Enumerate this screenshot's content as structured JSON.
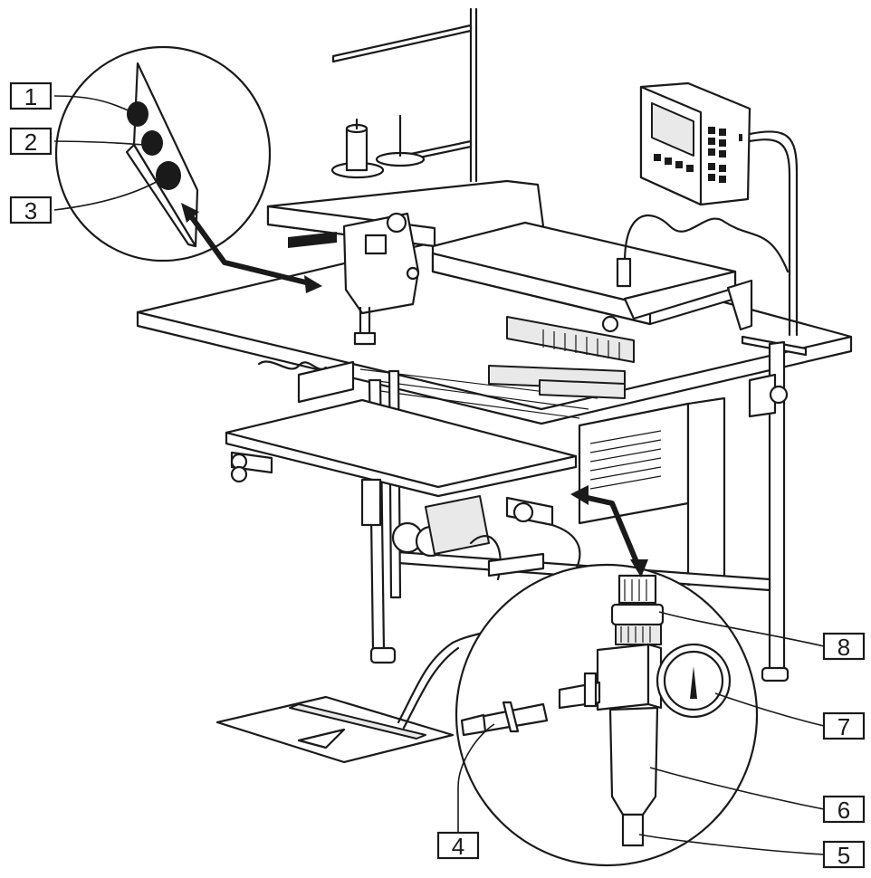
{
  "callouts": [
    {
      "id": "1",
      "text": "1"
    },
    {
      "id": "2",
      "text": "2"
    },
    {
      "id": "3",
      "text": "3"
    },
    {
      "id": "4",
      "text": "4"
    },
    {
      "id": "5",
      "text": "5"
    },
    {
      "id": "6",
      "text": "6"
    },
    {
      "id": "7",
      "text": "7"
    },
    {
      "id": "8",
      "text": "8"
    }
  ],
  "colors": {
    "line": "#1a1a1a",
    "background": "#ffffff",
    "shade": "#e9e9e9"
  },
  "icons": {
    "pedal_symbol": "warning-triangle-icon"
  }
}
